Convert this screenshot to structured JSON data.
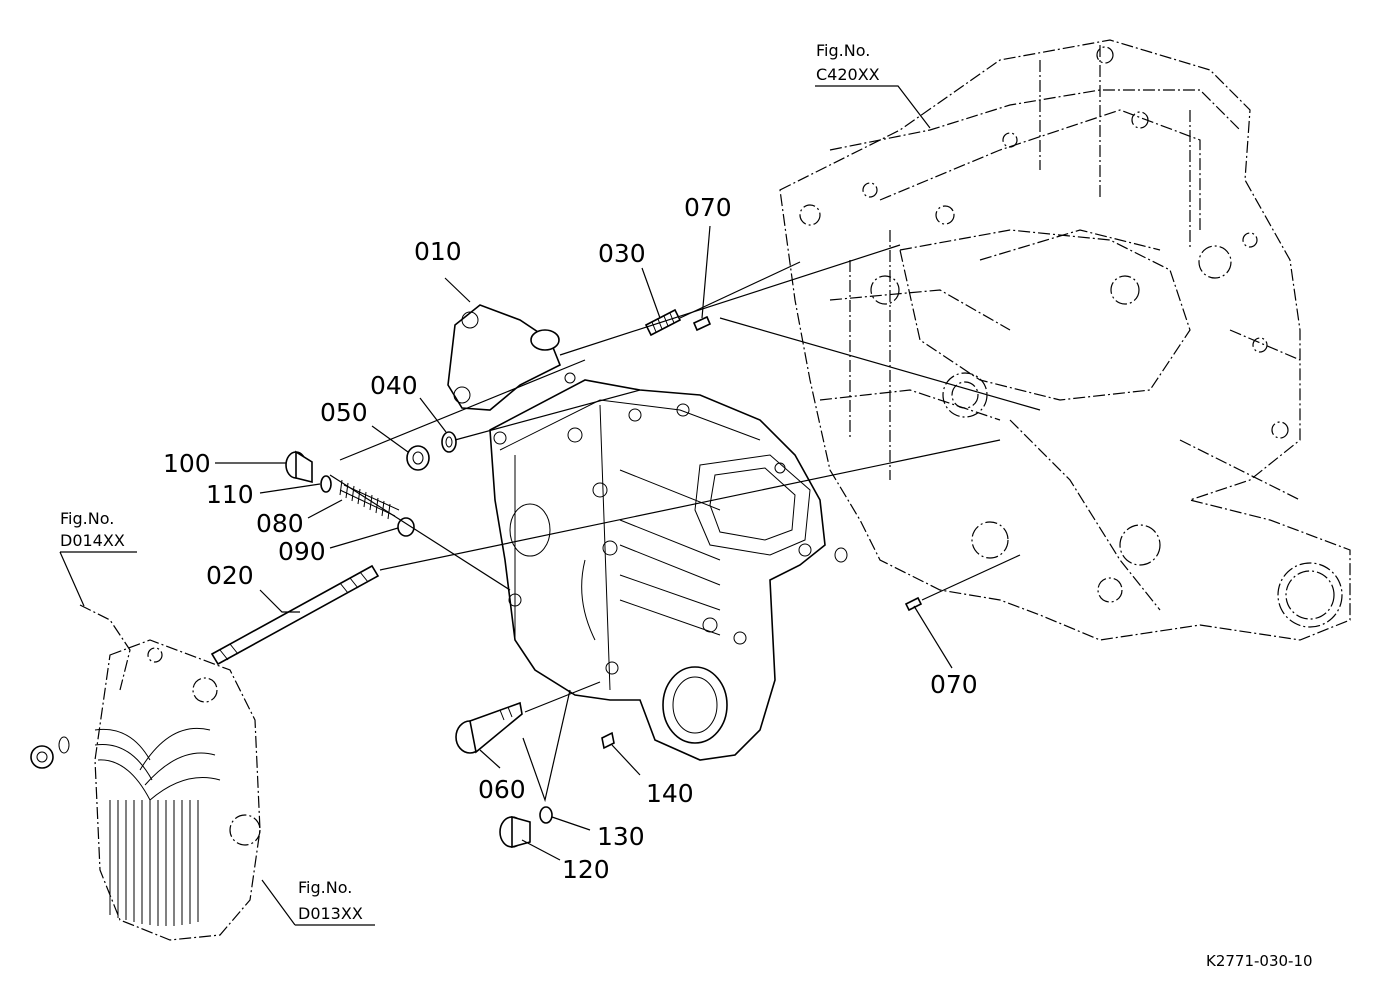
{
  "diagram": {
    "fig_label": "Fig.No.",
    "fig_refs": {
      "top": "C420XX",
      "left": "D014XX",
      "bottom": "D013XX"
    },
    "parts": {
      "p010": "010",
      "p020": "020",
      "p030": "030",
      "p040": "040",
      "p050": "050",
      "p060": "060",
      "p070a": "070",
      "p070b": "070",
      "p080": "080",
      "p090": "090",
      "p100": "100",
      "p110": "110",
      "p120": "120",
      "p130": "130",
      "p140": "140"
    },
    "drawing_code": "K2771-030-10"
  }
}
